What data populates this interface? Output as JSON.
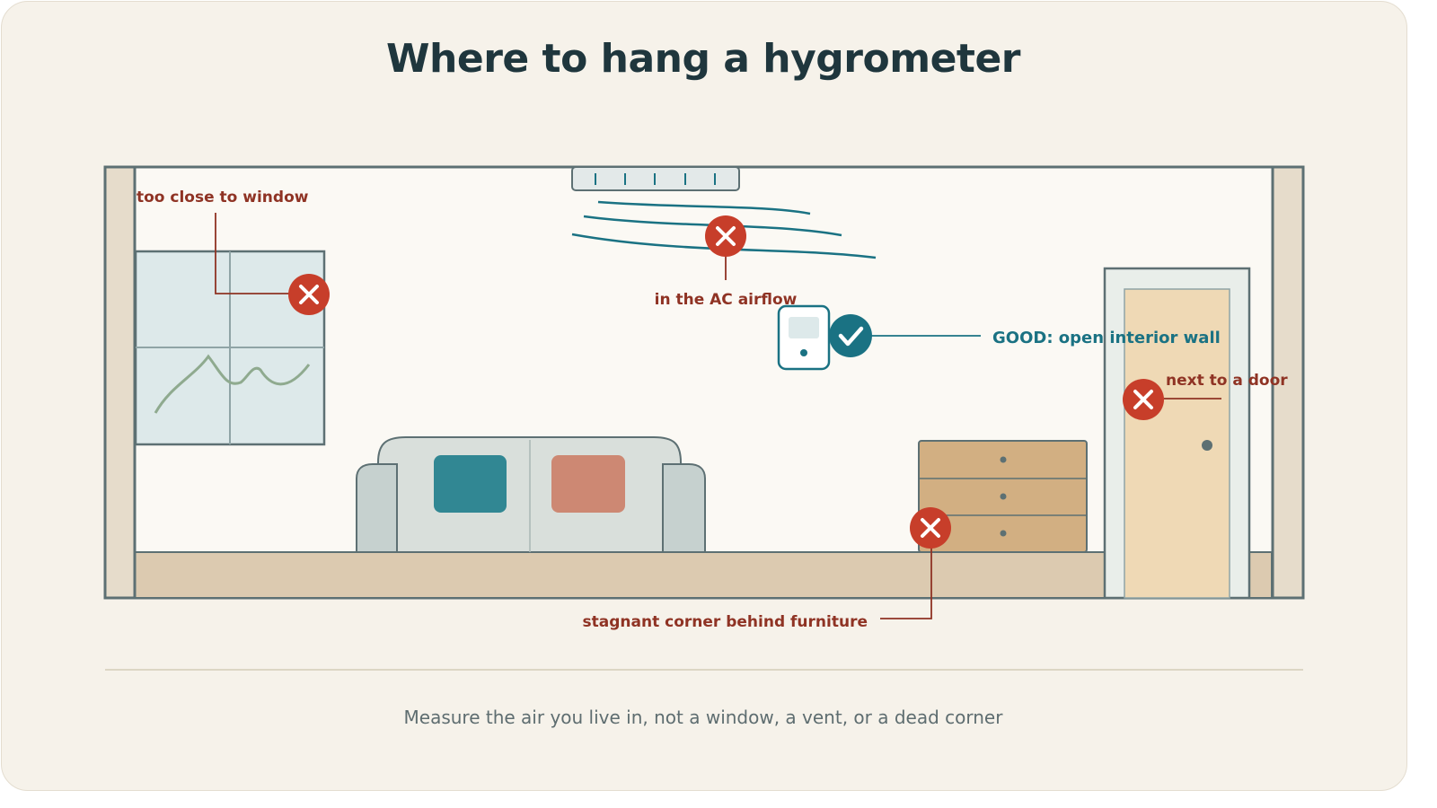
{
  "title": "Where to hang a hygrometer",
  "subtitle": "Measure the air you live in, not a window, a vent, or a dead corner",
  "labels": {
    "window": "too close to window",
    "ac": "in the AC airflow",
    "good": "GOOD: open interior wall",
    "door": "next to a door",
    "corner": "stagnant corner behind furniture"
  },
  "colors": {
    "bad": "#c73e2a",
    "bad_text": "#8f3324",
    "good": "#1a7283",
    "outline": "#5d7073",
    "floor": "#dccab0",
    "wall": "#fbf9f4",
    "background": "#f6f2ea"
  },
  "markers": {
    "bad_icon": "x-mark-icon",
    "good_icon": "check-mark-icon"
  }
}
